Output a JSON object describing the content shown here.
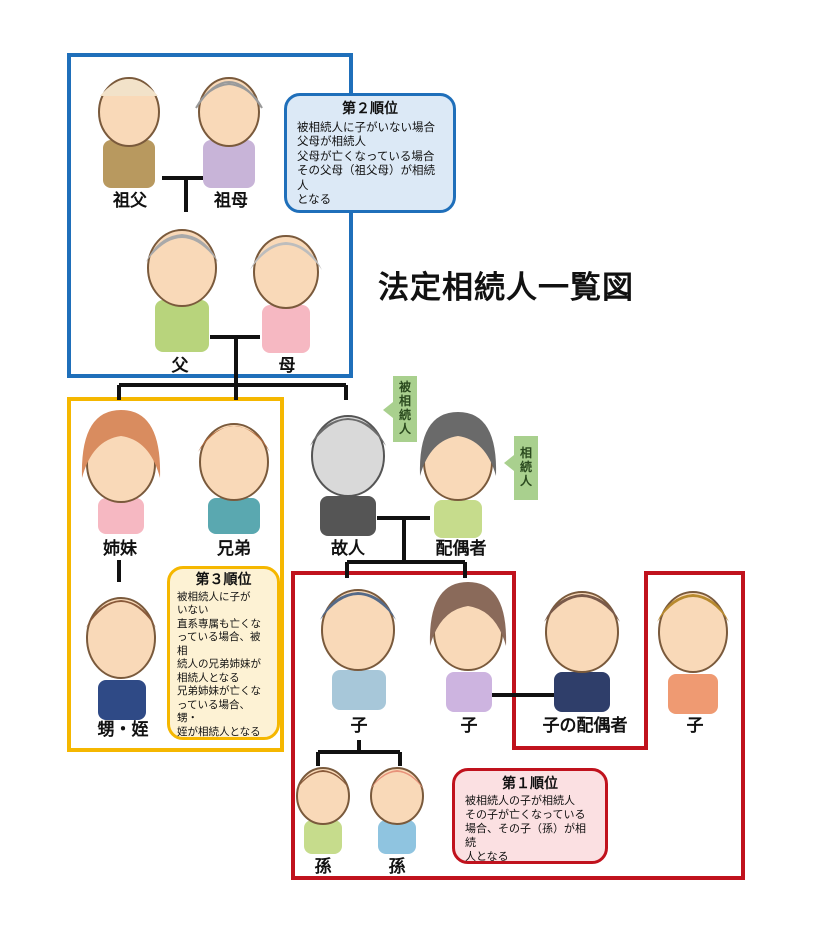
{
  "title": "法定相続人一覧図",
  "people": {
    "grandfather": "祖父",
    "grandmother": "祖母",
    "father": "父",
    "mother": "母",
    "sister": "姉妹",
    "brother": "兄弟",
    "nephew_niece": "甥・姪",
    "deceased": "故人",
    "spouse": "配偶者",
    "child_son": "子",
    "child_daughter": "子",
    "child_spouse": "子の配偶者",
    "child_other": "子",
    "grandchild_1": "孫",
    "grandchild_2": "孫"
  },
  "tags": {
    "decedent": "被相続人",
    "heir": "相続人"
  },
  "rank2": {
    "title": "第２順位",
    "body": "被相続人に子がいない場合\n父母が相続人\n父母が亡くなっている場合\nその父母（祖父母）が相続人\nとなる"
  },
  "rank3": {
    "title": "第３順位",
    "body": "被相続人に子が\nいない\n直系専属も亡くな\nっている場合、被相\n続人の兄弟姉妹が\n相続人となる\n兄弟姉妹が亡くな\nっている場合、甥・\n姪が相続人となる"
  },
  "rank1": {
    "title": "第１順位",
    "body": "被相続人の子が相続人\nその子が亡くなっている\n場合、その子（孫）が相続\n人となる"
  },
  "colors": {
    "rank2_border": "#1f6fba",
    "rank3_border": "#f5b700",
    "rank1_border": "#c0121d",
    "rank2_fill": "#dce9f6",
    "rank3_fill": "#fdf2d4",
    "rank1_fill": "#fbe0e2",
    "tag_fill": "#a9d08e"
  }
}
